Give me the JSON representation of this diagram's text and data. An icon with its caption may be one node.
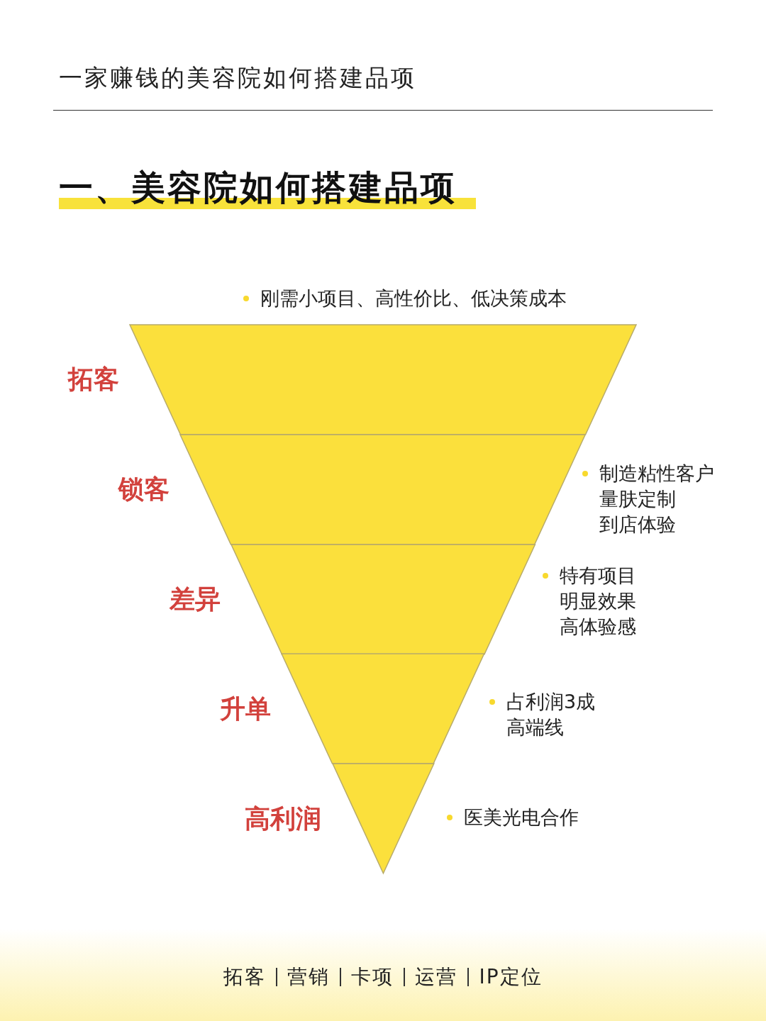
{
  "diagram": {
    "title": "一、美容院如何搭建品项",
    "nodes": [
      {
        "text": [
          "拓客"
        ],
        "beside": [
          "刚需小项目、高性价比、低决策成本"
        ]
      },
      {
        "text": [
          "锁客"
        ],
        "beside": [
          "制造粘性客户",
          "量肤定制",
          "到店体验"
        ]
      },
      {
        "text": [
          "差异"
        ],
        "beside": [
          "特有项目",
          "明显效果",
          "高体验感"
        ]
      },
      {
        "text": [
          "升单"
        ],
        "beside": [
          "占利润3成",
          "高端线"
        ]
      },
      {
        "text": [
          "高利润"
        ],
        "beside": [
          "医美光电合作"
        ]
      }
    ],
    "labels": [
      "一家赚钱的美容院如何搭建品项",
      "拓客",
      "营销",
      "卡项",
      "运营",
      "IP定位"
    ]
  }
}
